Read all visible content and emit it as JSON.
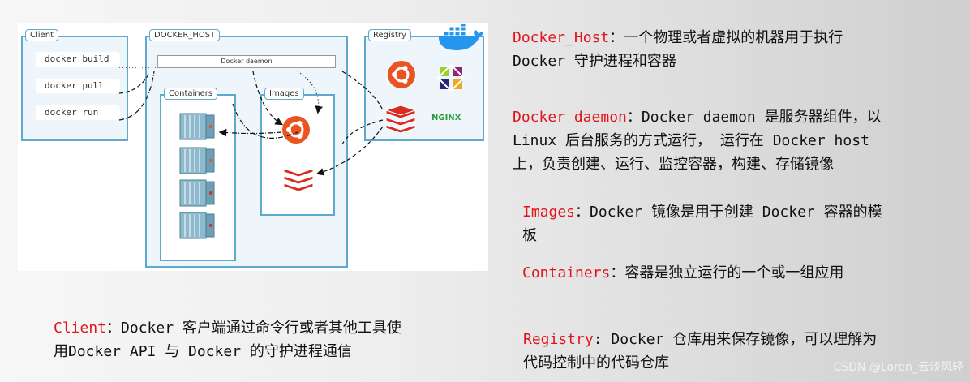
{
  "diagram": {
    "client_title": "Client",
    "host_title": "DOCKER_HOST",
    "registry_title": "Registry",
    "commands": [
      "docker build",
      "docker pull",
      "docker run"
    ],
    "daemon_label": "Docker daemon",
    "containers_title": "Containers",
    "images_title": "Images",
    "nginx_label": "NGINX"
  },
  "descriptions": {
    "docker_host": {
      "key": "Docker_Host",
      "sep": "：",
      "line1": "一个物理或者虚拟的机器用于执行",
      "line2": "Docker 守护进程和容器"
    },
    "docker_daemon": {
      "key": "Docker daemon",
      "sep": "：",
      "line1": "Docker daemon 是服务器组件，以",
      "line2": "Linux 后台服务的方式运行， 运行在 Docker host",
      "line3": "上，负责创建、运行、监控容器，构建、存储镜像"
    },
    "images": {
      "key": "Images",
      "sep": "：",
      "line1": "Docker 镜像是用于创建 Docker 容器的模",
      "line2": "板"
    },
    "containers": {
      "key": "Containers",
      "sep": "：",
      "line1": "容器是独立运行的一个或一组应用"
    },
    "client": {
      "key": "Client",
      "sep": "：",
      "line1": "Docker 客户端通过命令行或者其他工具使",
      "line2": "用Docker API 与 Docker 的守护进程通信"
    },
    "registry": {
      "key": "Registry",
      "sep": ": ",
      "line1": "Docker 仓库用来保存镜像，可以理解为",
      "line2": "代码控制中的代码仓库"
    }
  },
  "watermark": "CSDN @Loren_云淡风轻",
  "colors": {
    "key": "#e1151c",
    "box_border": "#5fa9cf",
    "box_fill": "#eef6fb",
    "ubuntu": "#e95420",
    "redis": "#d82c20",
    "docker_blue": "#2496ed"
  }
}
